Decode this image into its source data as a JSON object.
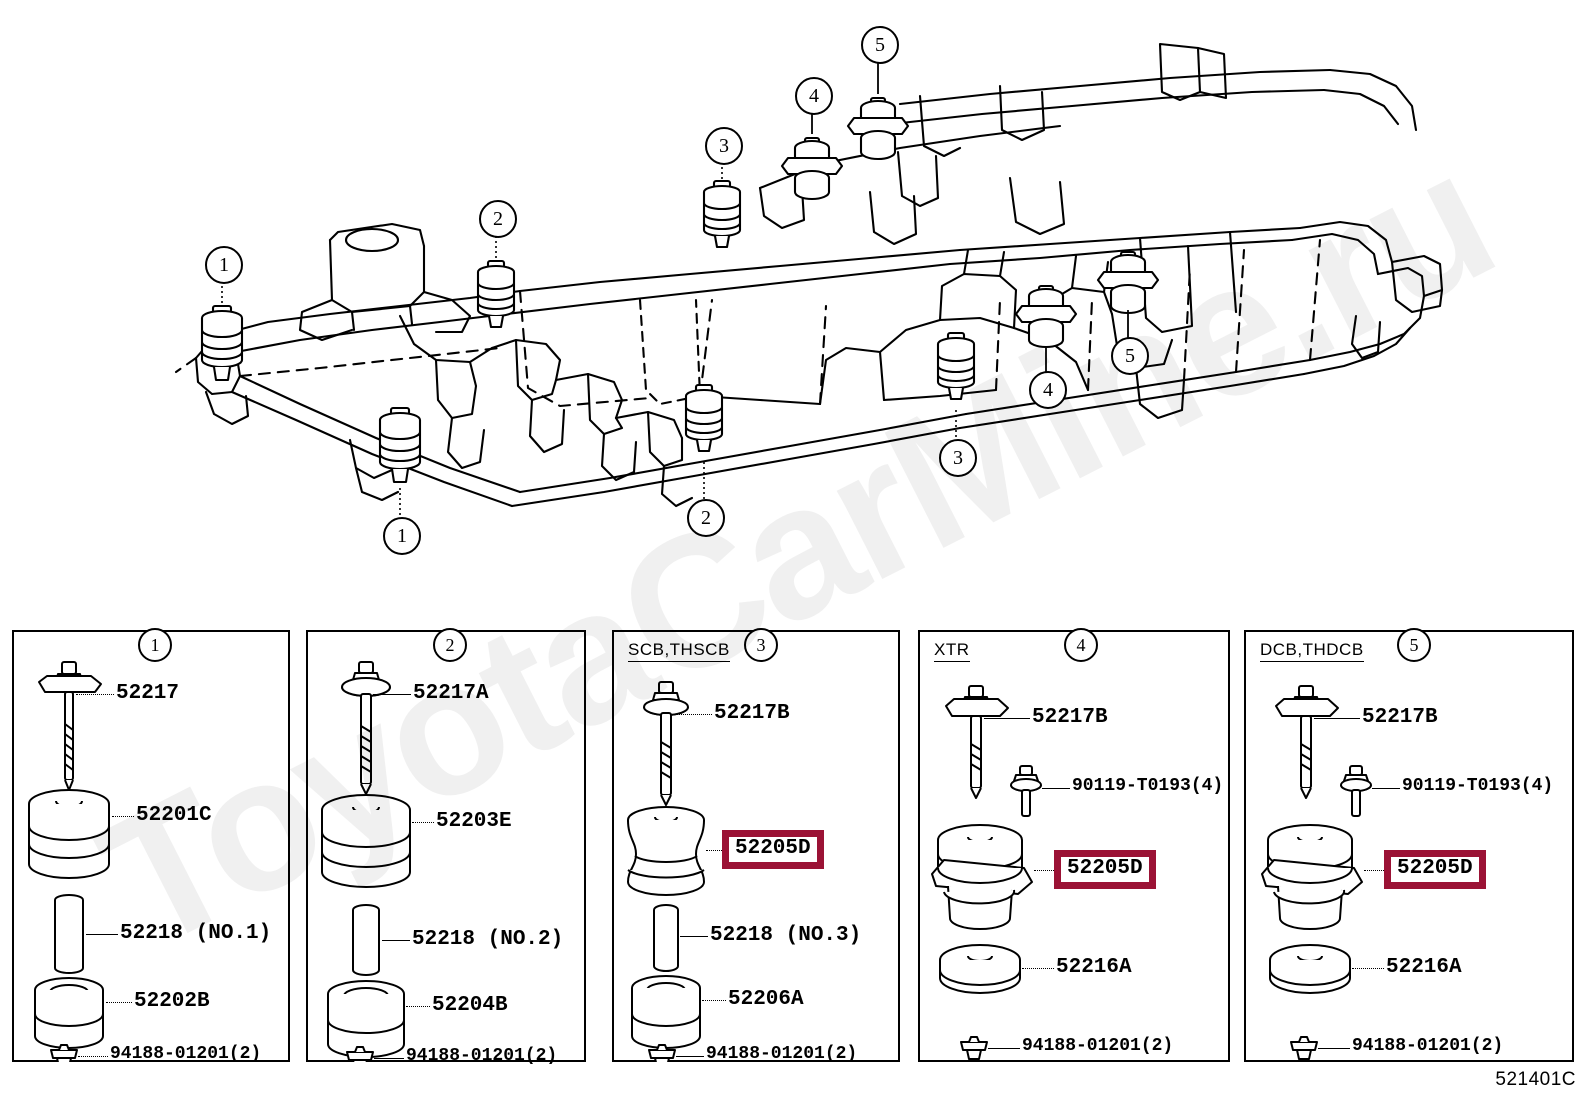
{
  "watermark": {
    "text": "ToyotaCarMine.ru"
  },
  "diagram_code": "521401C",
  "frame_callouts": [
    {
      "id": "1",
      "label": "1"
    },
    {
      "id": "1b",
      "label": "1"
    },
    {
      "id": "2",
      "label": "2"
    },
    {
      "id": "2b",
      "label": "2"
    },
    {
      "id": "3",
      "label": "3"
    },
    {
      "id": "3b",
      "label": "3"
    },
    {
      "id": "4",
      "label": "4"
    },
    {
      "id": "4b",
      "label": "4"
    },
    {
      "id": "5",
      "label": "5"
    },
    {
      "id": "5b",
      "label": "5"
    }
  ],
  "highlight_color": "#9B1235",
  "panels": [
    {
      "number": "1",
      "header": "",
      "parts": [
        {
          "code": "52217",
          "highlight": false
        },
        {
          "code": "52201C",
          "highlight": false
        },
        {
          "code": "52218 (NO.1)",
          "highlight": false
        },
        {
          "code": "52202B",
          "highlight": false
        },
        {
          "code": "94188-01201(2)",
          "highlight": false
        }
      ]
    },
    {
      "number": "2",
      "header": "",
      "parts": [
        {
          "code": "52217A",
          "highlight": false
        },
        {
          "code": "52203E",
          "highlight": false
        },
        {
          "code": "52218 (NO.2)",
          "highlight": false
        },
        {
          "code": "52204B",
          "highlight": false
        },
        {
          "code": "94188-01201(2)",
          "highlight": false
        }
      ]
    },
    {
      "number": "3",
      "header": "SCB,THSCB",
      "parts": [
        {
          "code": "52217B",
          "highlight": false
        },
        {
          "code": "52205D",
          "highlight": true
        },
        {
          "code": "52218 (NO.3)",
          "highlight": false
        },
        {
          "code": "52206A",
          "highlight": false
        },
        {
          "code": "94188-01201(2)",
          "highlight": false
        }
      ]
    },
    {
      "number": "4",
      "header": "XTR",
      "parts": [
        {
          "code": "52217B",
          "highlight": false
        },
        {
          "code": "90119-T0193(4)",
          "highlight": false
        },
        {
          "code": "52205D",
          "highlight": true
        },
        {
          "code": "52216A",
          "highlight": false
        },
        {
          "code": "94188-01201(2)",
          "highlight": false
        }
      ]
    },
    {
      "number": "5",
      "header": "DCB,THDCB",
      "parts": [
        {
          "code": "52217B",
          "highlight": false
        },
        {
          "code": "90119-T0193(4)",
          "highlight": false
        },
        {
          "code": "52205D",
          "highlight": true
        },
        {
          "code": "52216A",
          "highlight": false
        },
        {
          "code": "94188-01201(2)",
          "highlight": false
        }
      ]
    }
  ]
}
